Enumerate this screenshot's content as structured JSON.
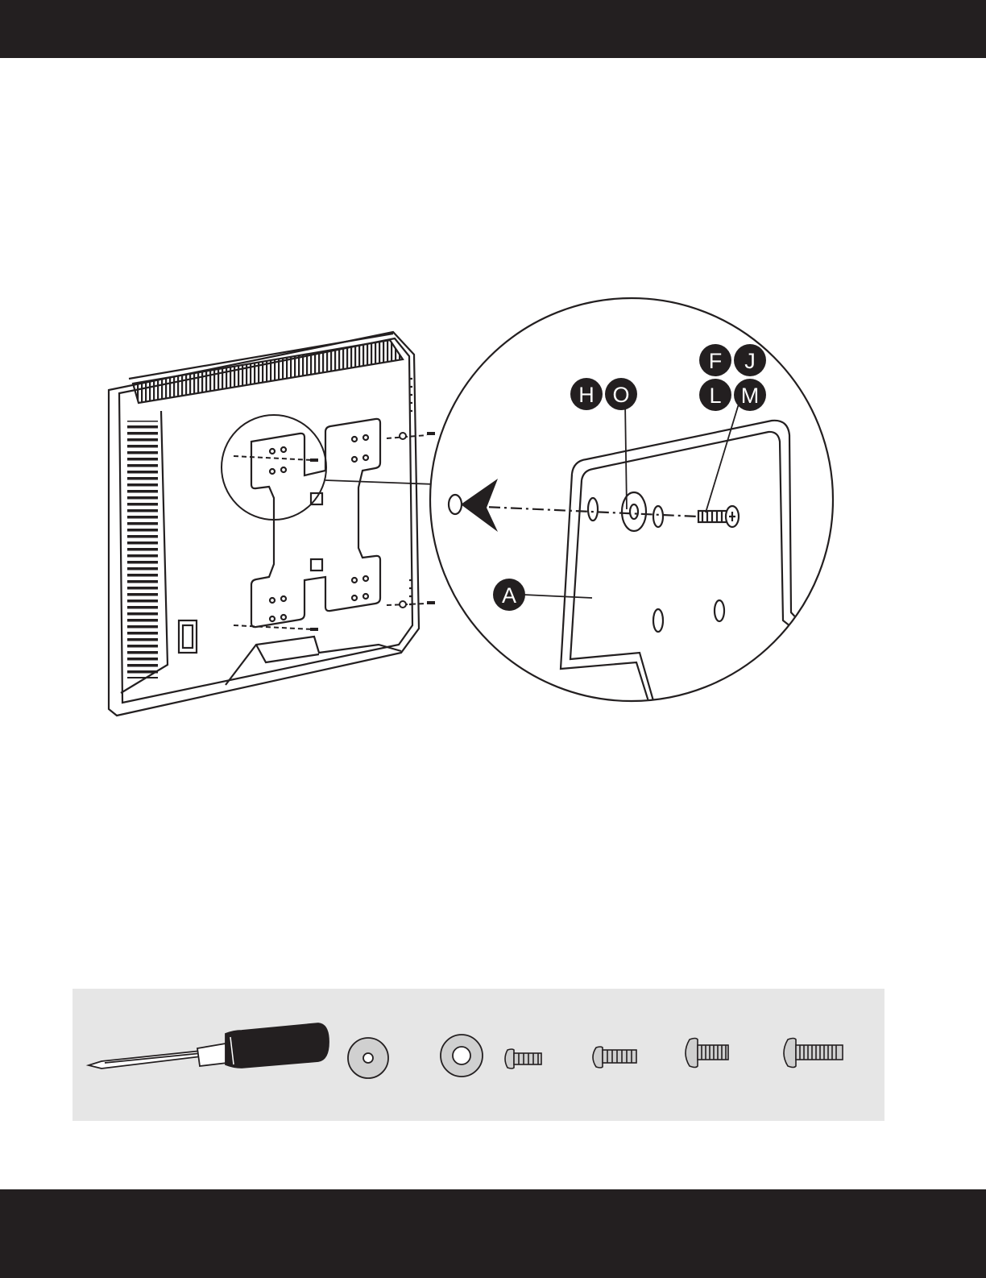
{
  "badges": {
    "h": "H",
    "o": "O",
    "f": "F",
    "j": "J",
    "l": "L",
    "m": "M",
    "a": "A"
  },
  "tools": [
    "screwdriver-icon",
    "small-washer-icon",
    "large-washer-icon",
    "short-screw-icon",
    "medium-screw-icon",
    "long-screw-icon",
    "longest-screw-icon"
  ],
  "colors": {
    "bars": "#231f20",
    "panel": "#e6e6e6",
    "badge": "#231f20"
  }
}
